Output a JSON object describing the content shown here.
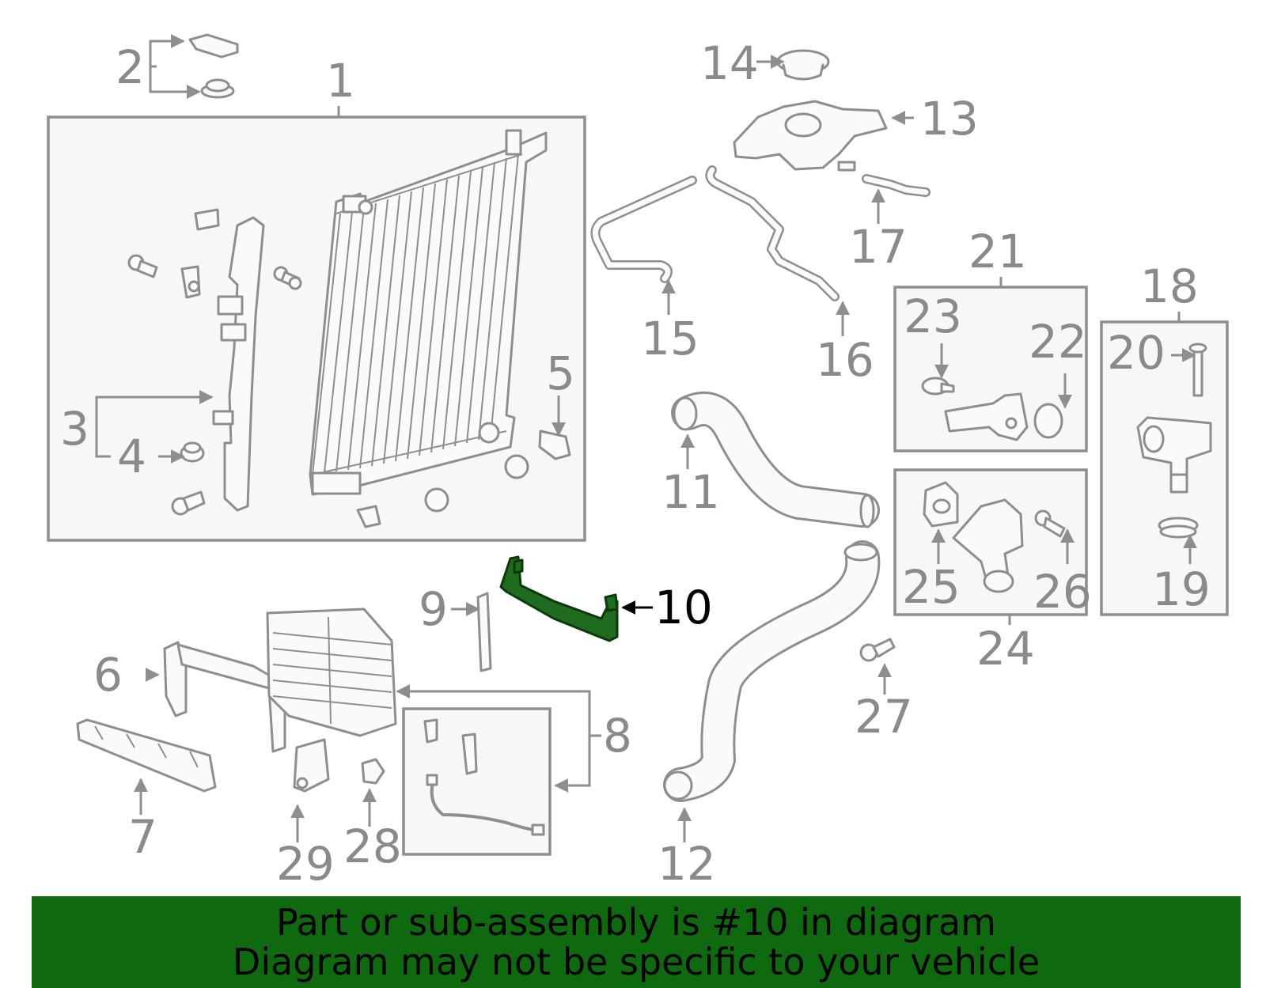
{
  "colors": {
    "line": "#8e8e8e",
    "highlight_part": "#1f6b1f",
    "banner": "#0f6a0f",
    "banner_text": "#000000"
  },
  "highlighted_callout": "10",
  "callouts": [
    "1",
    "2",
    "3",
    "4",
    "5",
    "6",
    "7",
    "8",
    "9",
    "10",
    "11",
    "12",
    "13",
    "14",
    "15",
    "16",
    "17",
    "18",
    "19",
    "20",
    "21",
    "22",
    "23",
    "24",
    "25",
    "26",
    "27",
    "28",
    "29"
  ],
  "footer": {
    "line1": "Part or sub-assembly is #10 in diagram",
    "line2": "Diagram may not be specific to your vehicle"
  }
}
